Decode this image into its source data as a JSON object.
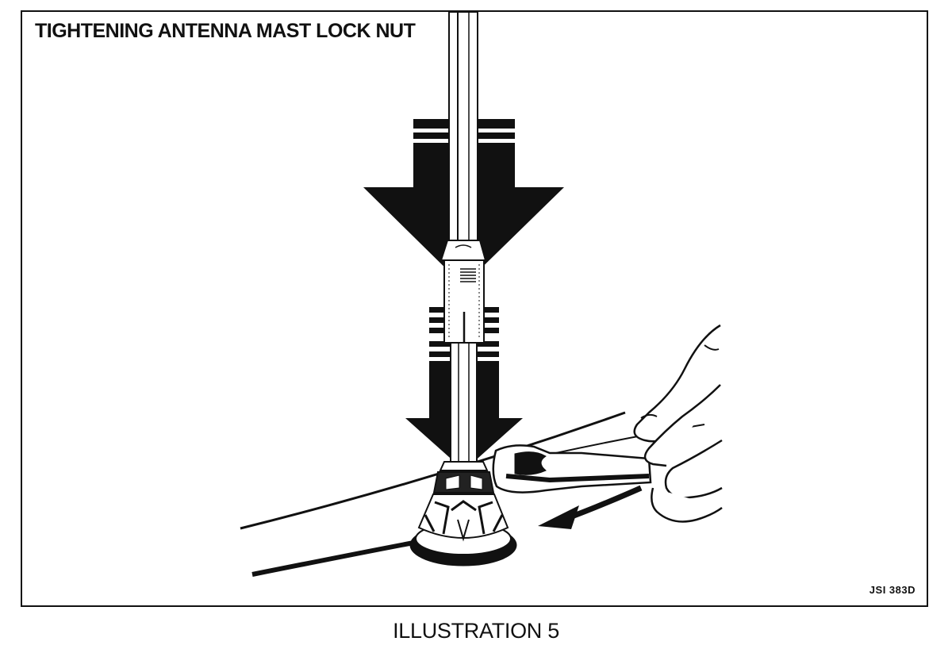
{
  "figure": {
    "title": "TIGHTENING ANTENNA MAST LOCK NUT",
    "code": "JSI 383D"
  },
  "caption": "ILLUSTRATION 5"
}
